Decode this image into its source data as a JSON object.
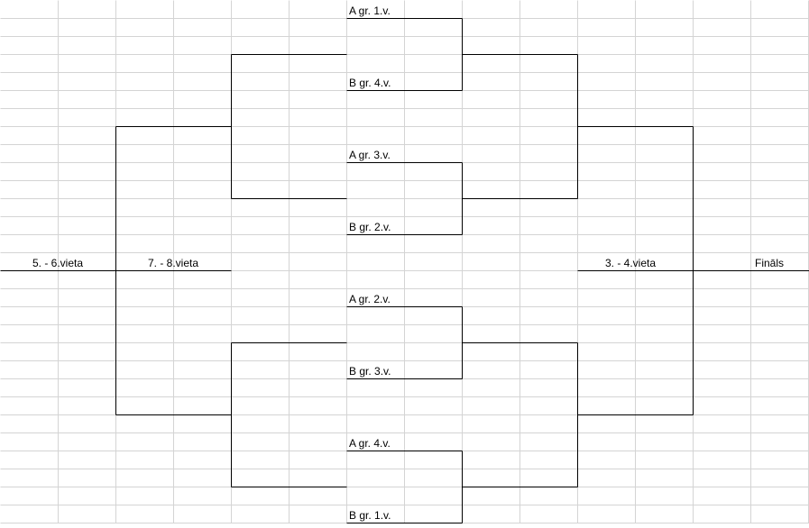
{
  "seeds": {
    "s1": "A gr. 1.v.",
    "s2": "B gr. 4.v.",
    "s3": "A gr. 3.v.",
    "s4": "B gr. 2.v.",
    "s5": "A gr. 2.v.",
    "s6": "B gr. 3.v.",
    "s7": "A gr. 4.v.",
    "s8": "B gr. 1.v."
  },
  "placements": {
    "p56": "5. - 6.vieta",
    "p78": "7. - 8.vieta",
    "p34": "3. - 4.vieta",
    "final": "Fināls"
  }
}
